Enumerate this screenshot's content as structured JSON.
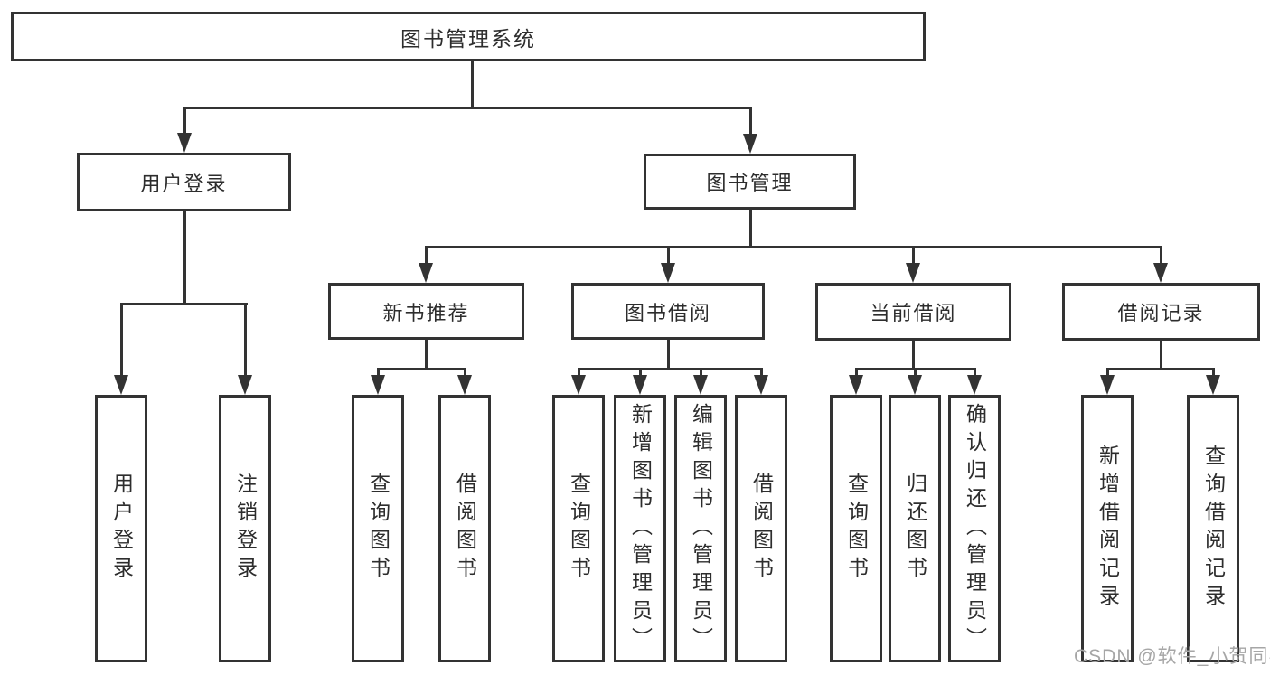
{
  "colors": {
    "line": "#333333",
    "text": "#2d2d2d",
    "background": "#ffffff",
    "watermark": "#a6a6a6"
  },
  "watermark": {
    "text": "CSDN @软件_小贺同学"
  },
  "hierarchy": {
    "label": "图书管理系统",
    "children": [
      {
        "label": "用户登录",
        "children": [
          {
            "label": "用户登录"
          },
          {
            "label": "注销登录"
          }
        ]
      },
      {
        "label": "图书管理",
        "children": [
          {
            "label": "新书推荐",
            "children": [
              {
                "label": "查询图书"
              },
              {
                "label": "借阅图书"
              }
            ]
          },
          {
            "label": "图书借阅",
            "children": [
              {
                "label": "查询图书"
              },
              {
                "label": "新增图书（管理员）"
              },
              {
                "label": "编辑图书（管理员）"
              },
              {
                "label": "借阅图书"
              }
            ]
          },
          {
            "label": "当前借阅",
            "children": [
              {
                "label": "查询图书"
              },
              {
                "label": "归还图书"
              },
              {
                "label": "确认归还（管理员）"
              }
            ]
          },
          {
            "label": "借阅记录",
            "children": [
              {
                "label": "新增借阅记录"
              },
              {
                "label": "查询借阅记录"
              }
            ]
          }
        ]
      }
    ]
  }
}
